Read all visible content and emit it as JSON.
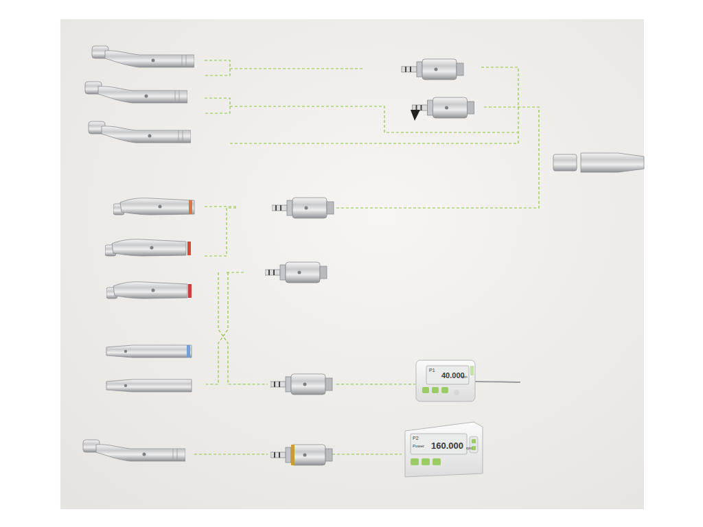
{
  "diagram": {
    "labels": [
      "P1",
      "40.000",
      "rpm",
      "P2",
      "Power",
      "160.000",
      "rpm"
    ]
  }
}
